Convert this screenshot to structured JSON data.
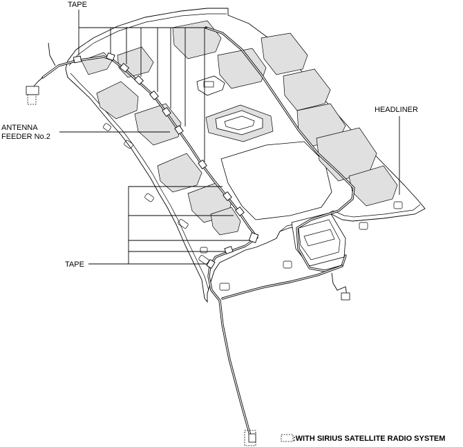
{
  "labels": {
    "tape_top": "TAPE",
    "antenna_line1": "ANTENNA",
    "antenna_line2": "FEEDER No.2",
    "headliner": "HEADLINER",
    "tape_bottom": "TAPE"
  },
  "legend": {
    "text": ":WITH SIRIUS SATELLITE RADIO SYSTEM"
  }
}
